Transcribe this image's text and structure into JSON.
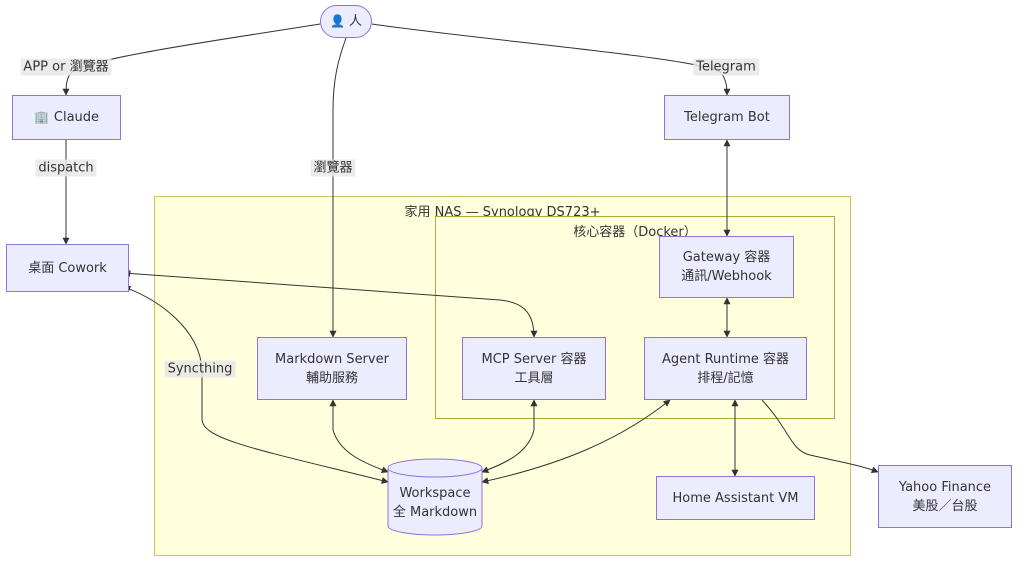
{
  "clusters": {
    "nas": "家用 NAS — Synology DS723+",
    "core": "核心容器（Docker）"
  },
  "nodes": {
    "person": {
      "icon": "person-icon",
      "label": "人"
    },
    "claude": {
      "icon": "building-icon",
      "label": "Claude"
    },
    "telegram_bot": {
      "label": "Telegram Bot"
    },
    "desktop_cowork": {
      "label": "桌面 Cowork"
    },
    "gateway": {
      "line1": "Gateway 容器",
      "line2": "通訊/Webhook"
    },
    "markdown_server": {
      "line1": "Markdown Server",
      "line2": "輔助服務"
    },
    "mcp_server": {
      "line1": "MCP Server 容器",
      "line2": "工具層"
    },
    "agent_runtime": {
      "line1": "Agent Runtime 容器",
      "line2": "排程/記憶"
    },
    "workspace": {
      "line1": "Workspace",
      "line2": "全 Markdown"
    },
    "home_assistant": {
      "label": "Home Assistant VM"
    },
    "yahoo_finance": {
      "line1": "Yahoo Finance",
      "line2": "美股／台股"
    }
  },
  "edge_labels": {
    "app_or_browser": "APP or 瀏覽器",
    "telegram": "Telegram",
    "browser": "瀏覽器",
    "dispatch": "dispatch",
    "syncthing": "Syncthing"
  }
}
